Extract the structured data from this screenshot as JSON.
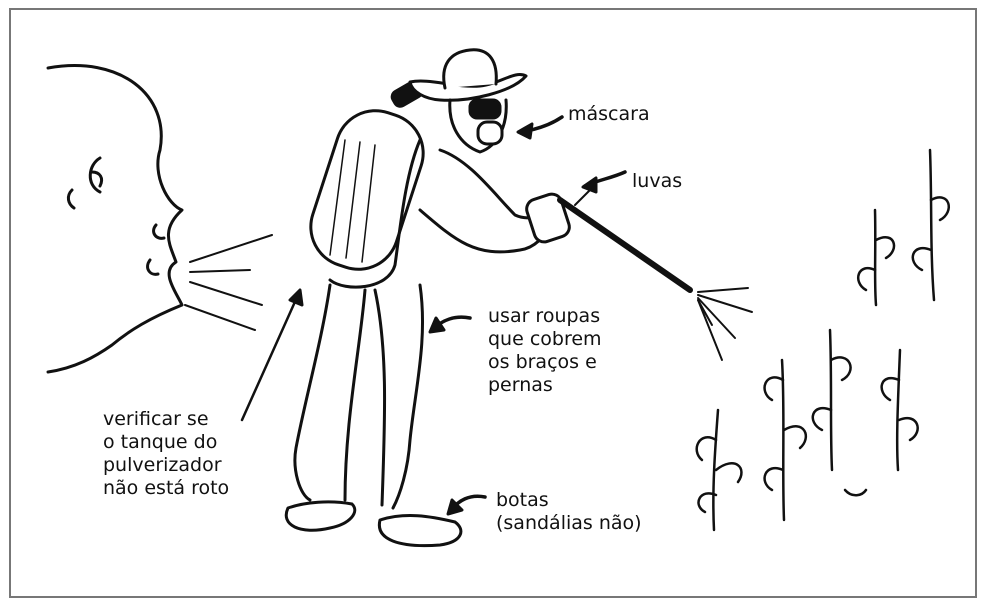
{
  "labels": {
    "mask": "máscara",
    "gloves": "luvas",
    "clothes": [
      "usar roupas",
      "que cobrem",
      "os braços e",
      "pernas"
    ],
    "tank": [
      "verificar se",
      "o tanque do",
      "pulverizador",
      "não está roto"
    ],
    "boots": [
      "botas",
      "(sandálias não)"
    ]
  },
  "colors": {
    "ink": "#111111",
    "frame": "#777777"
  }
}
